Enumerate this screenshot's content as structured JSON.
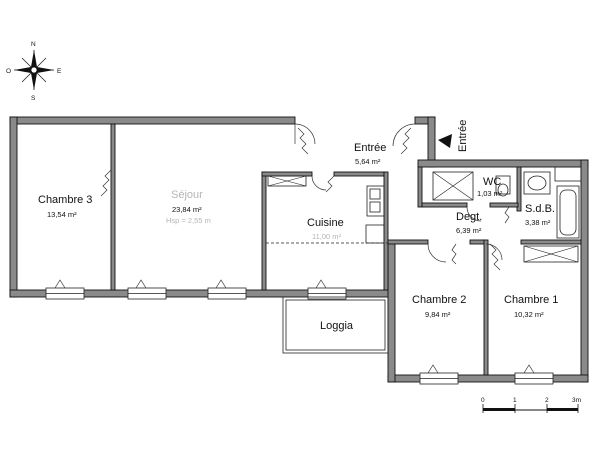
{
  "compass": {
    "n": "N",
    "s": "S",
    "e": "E",
    "o": "O"
  },
  "entry_arrow_label": "Entrée",
  "rooms": {
    "chambre3": {
      "name": "Chambre 3",
      "area": "13,54 m²"
    },
    "sejour": {
      "name": "Séjour",
      "area": "23,84 m²",
      "height": "Hsp = 2,55 m"
    },
    "entree": {
      "name": "Entrée",
      "area": "5,64 m²"
    },
    "cuisine": {
      "name": "Cuisine",
      "area": "11,00 m²"
    },
    "wc": {
      "name": "WC",
      "area": "1,03 m²"
    },
    "sdb": {
      "name": "S.d.B.",
      "area": "3,38 m²"
    },
    "degt": {
      "name": "Degt.",
      "area": "6,39 m²"
    },
    "loggia": {
      "name": "Loggia"
    },
    "chambre2": {
      "name": "Chambre 2",
      "area": "9,84 m²"
    },
    "chambre1": {
      "name": "Chambre 1",
      "area": "10,32 m²"
    }
  },
  "scale": {
    "t0": "0",
    "t1": "1",
    "t2": "2",
    "t3": "3m"
  },
  "colors": {
    "wall": "#8a8a8a",
    "line": "#111111"
  }
}
